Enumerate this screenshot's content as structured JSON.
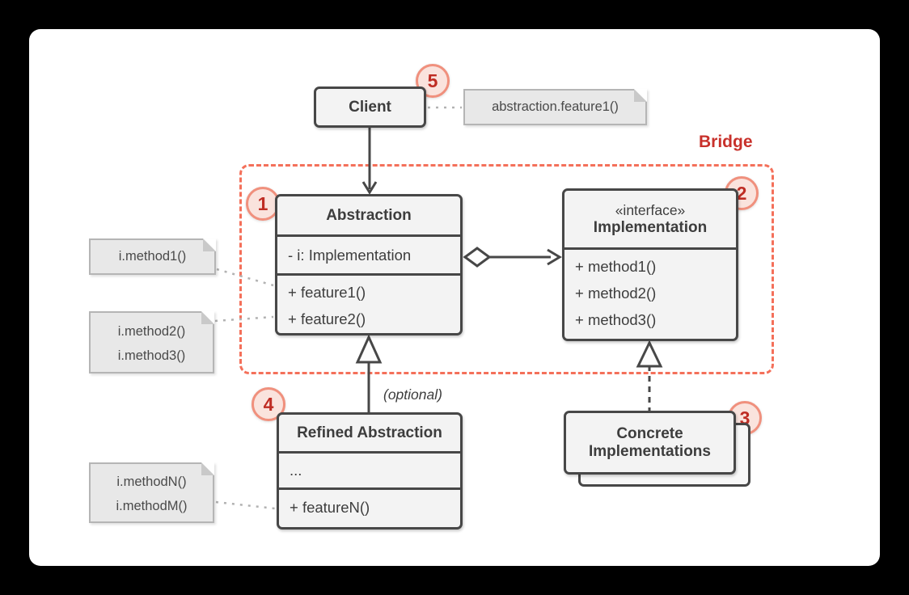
{
  "pattern": {
    "label": "Bridge"
  },
  "badges": {
    "b1": "1",
    "b2": "2",
    "b3": "3",
    "b4": "4",
    "b5": "5"
  },
  "classes": {
    "client": {
      "title": "Client"
    },
    "abstraction": {
      "title": "Abstraction",
      "attribute": "- i: Implementation",
      "method1": "+ feature1()",
      "method2": "+ feature2()"
    },
    "implementation": {
      "stereotype": "«interface»",
      "title": "Implementation",
      "method1": "+ method1()",
      "method2": "+ method2()",
      "method3": "+ method3()"
    },
    "refined_abstraction": {
      "title": "Refined Abstraction",
      "attribute": "...",
      "method": "+ featureN()"
    },
    "concrete_implementations": {
      "title_line1": "Concrete",
      "title_line2": "Implementations"
    }
  },
  "notes": {
    "client_call": {
      "line1": "abstraction.feature1()"
    },
    "method1": {
      "line1": "i.method1()"
    },
    "method23": {
      "line1": "i.method2()",
      "line2": "i.method3()"
    },
    "methodNM": {
      "line1": "i.methodN()",
      "line2": "i.methodM()"
    }
  },
  "labels": {
    "optional": "(optional)"
  },
  "colors": {
    "background": "#000000",
    "card": "#ffffff",
    "dashed_red": "#f4705a",
    "bridge_label_red": "#c8312b",
    "badge_border": "#f0907d",
    "badge_fill": "#fae3dd",
    "badge_text": "#bf2d24",
    "box_border": "#474747",
    "box_fill": "#f3f3f3",
    "note_fill": "#e8e8e8",
    "note_border": "#b5b5b5",
    "connector_gray": "#b2b2b2",
    "text_dark": "#3d3d3d"
  }
}
